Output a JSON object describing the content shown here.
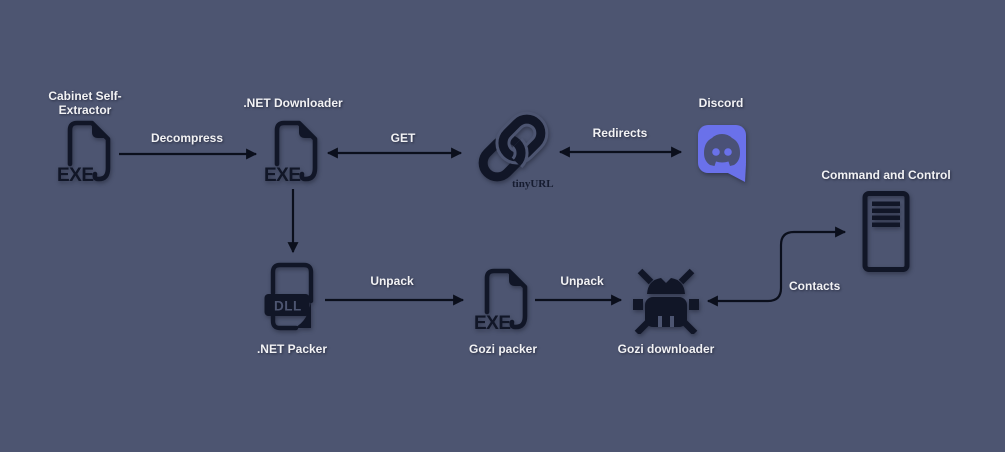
{
  "colors": {
    "background": "#4d5571",
    "icon_ink": "#111627",
    "arrow": "#0b0f1c",
    "label_text": "#f2f2f4",
    "discord_blurple": "#6a71ea",
    "discord_mascot": "#4a5177",
    "tinyurl_text": "#161c30",
    "dll_badge_text": "#4d5571"
  },
  "nodes": {
    "cabinet_extractor": {
      "label_line1": "Cabinet Self-",
      "label_line2": "Extractor",
      "file_type": "EXE",
      "icon": "exe-file-icon"
    },
    "net_downloader": {
      "label": ".NET Downloader",
      "file_type": "EXE",
      "icon": "exe-file-icon"
    },
    "tinyurl": {
      "label": "tinyURL",
      "icon": "chain-link-icon"
    },
    "discord": {
      "label": "Discord",
      "icon": "discord-logo-icon"
    },
    "net_packer": {
      "label": ".NET Packer",
      "file_type": "DLL",
      "icon": "dll-file-icon"
    },
    "gozi_packer": {
      "label": "Gozi packer",
      "file_type": "EXE",
      "icon": "exe-file-icon"
    },
    "gozi_downloader": {
      "label": "Gozi downloader",
      "icon": "bug-icon"
    },
    "command_and_control": {
      "label": "Command and Control",
      "icon": "server-icon"
    }
  },
  "edges": {
    "decompress": {
      "label": "Decompress",
      "from": "cabinet_extractor",
      "to": "net_downloader",
      "arrows": "forward"
    },
    "get": {
      "label": "GET",
      "from": "net_downloader",
      "to": "tinyurl",
      "arrows": "both"
    },
    "redirects": {
      "label": "Redirects",
      "from": "tinyurl",
      "to": "discord",
      "arrows": "both"
    },
    "drops": {
      "label": "",
      "from": "net_downloader",
      "to": "net_packer",
      "arrows": "forward"
    },
    "unpack_1": {
      "label": "Unpack",
      "from": "net_packer",
      "to": "gozi_packer",
      "arrows": "forward"
    },
    "unpack_2": {
      "label": "Unpack",
      "from": "gozi_packer",
      "to": "gozi_downloader",
      "arrows": "forward"
    },
    "contacts": {
      "label": "Contacts",
      "from": "gozi_downloader",
      "to": "command_and_control",
      "arrows": "both"
    }
  }
}
